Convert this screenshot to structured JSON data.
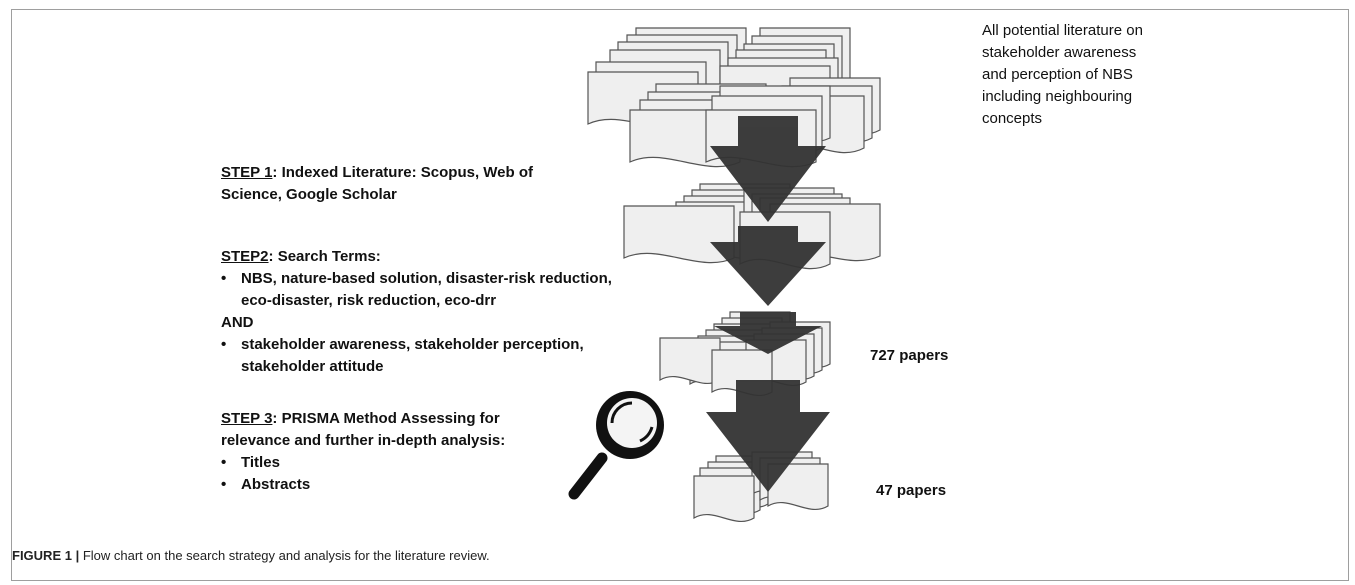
{
  "caption": {
    "label": "FIGURE 1 |",
    "text": "Flow chart on the search strategy and analysis for the literature review."
  },
  "top_note": {
    "lines": [
      "All potential literature on",
      "stakeholder awareness",
      "and perception of NBS",
      "including neighbouring",
      "concepts"
    ]
  },
  "step1": {
    "head": "STEP 1",
    "text_line1": ": Indexed Literature: Scopus, Web of",
    "text_line2": "Science, Google Scholar"
  },
  "step2": {
    "head": "STEP2",
    "text": ": Search Terms:",
    "bullet1_line1": "NBS, nature-based solution, disaster-risk reduction,",
    "bullet1_line2": "eco-disaster, risk reduction, eco-drr",
    "and_word": "AND",
    "bullet2_line1": "stakeholder awareness, stakeholder perception,",
    "bullet2_line2": "stakeholder attitude"
  },
  "step3": {
    "head": "STEP 3",
    "text_line1": ": PRISMA Method Assessing for",
    "text_line2": "relevance and further in-depth analysis:",
    "item1": "Titles",
    "item2": "Abstracts"
  },
  "counts": {
    "papers_727": "727 papers",
    "papers_47": "47 papers"
  },
  "bullet_char": "•",
  "colors": {
    "doc_fill": "#efefef",
    "doc_stroke": "#555555",
    "arrow": "#333333",
    "border": "#9e9e9e"
  },
  "icons": [
    "document-stack-icon",
    "funnel-arrow-icon",
    "magnifier-icon"
  ]
}
